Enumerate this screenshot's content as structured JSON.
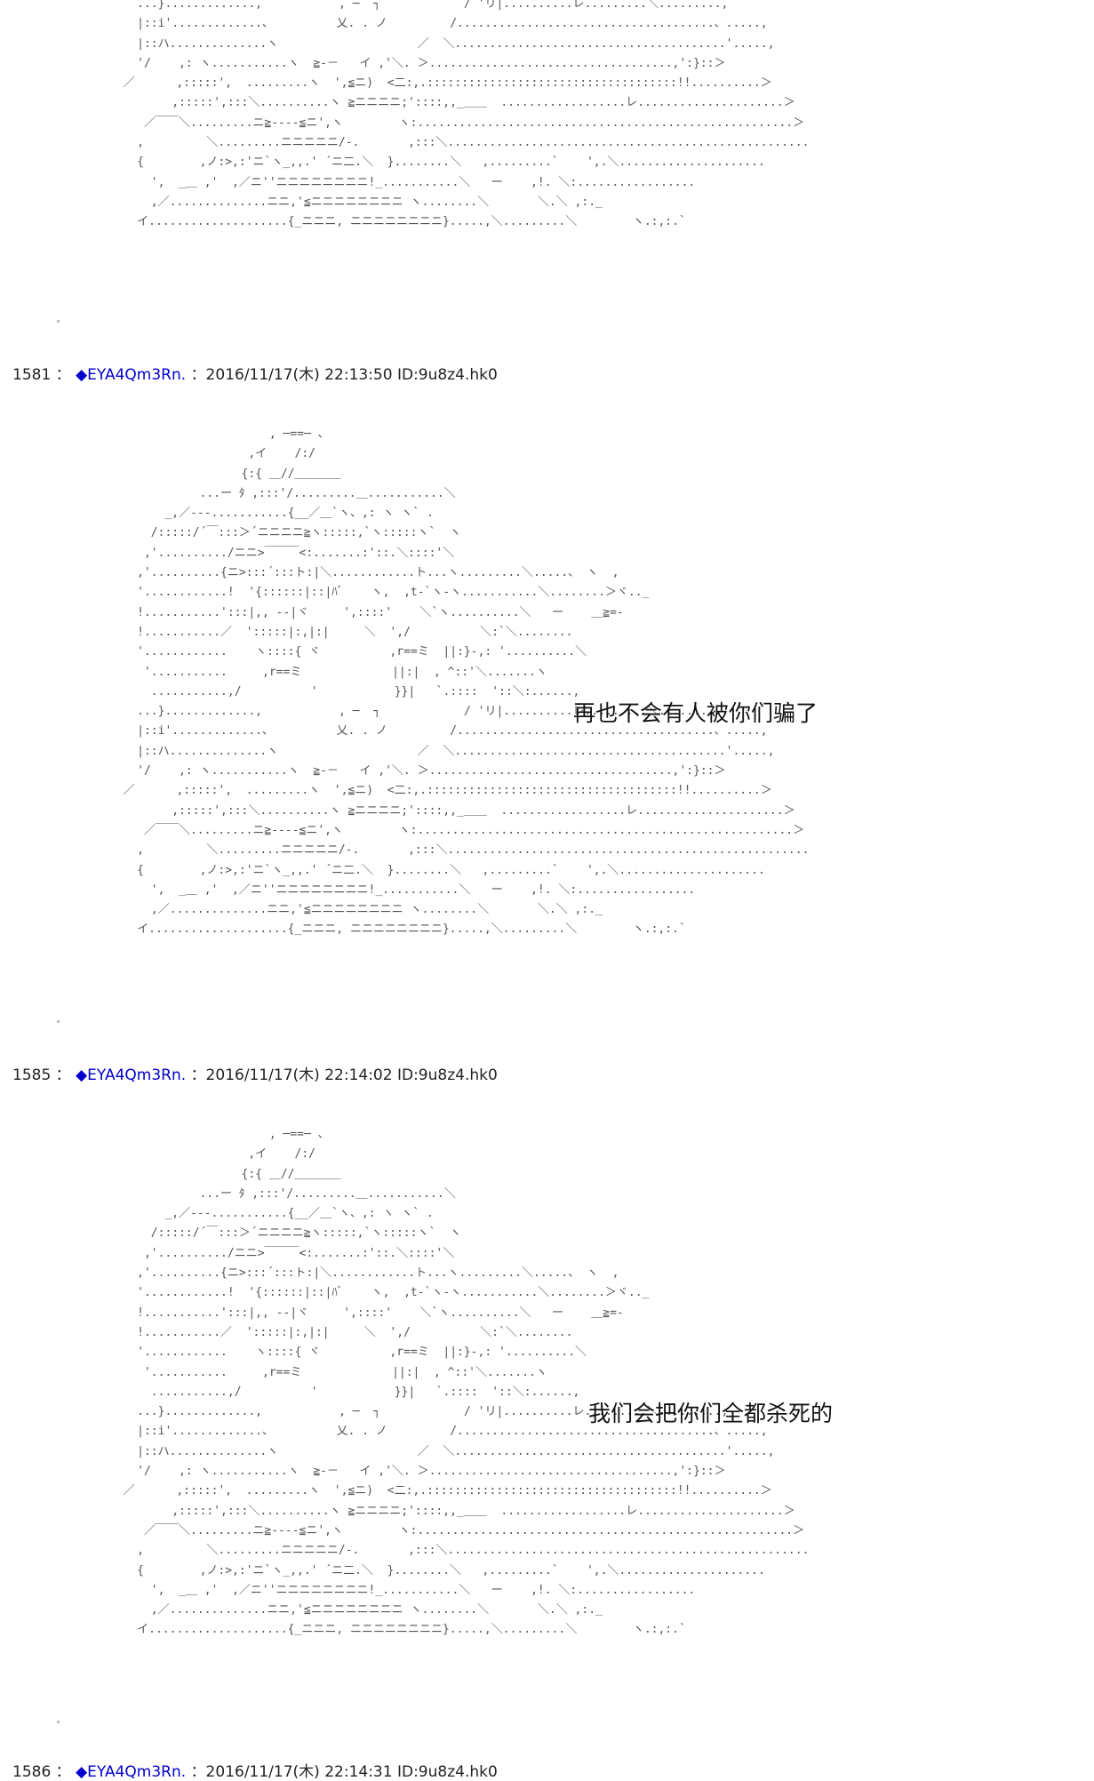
{
  "art_top": "     ...}.............,           , ─  ┐            / 'リ|..........レ.........＼.........,\n     |::i'.............、         乂. . ノ         /.....................................、.....,\n     |::ハ..............ヽ                    ／  ＼.......................................'.....,\n     '/    ,: ヽ...........ヽ  ≧-－   イ ,'＼. ＞...................................,':}::＞\n   ／      ,:::::',  .........ヽ  ',≦ニ)  <二:,.::::::::::::::::::::::::::::::::::::!!..........＞\n          ,:::::',:::＼..........ヽ ≧ニニニニ;'::::,,_＿＿  ..................レ.....................＞\n      ／￣￣＼.........ニ≧----≦ニ',ヽ        ヽ:......................................................＞\n     ,         ＼.........ニニニニニ/-.       ,:::＼....................................................\n     {        ,ノ:>,:'ニ`ヽ_,,.' ´ニ二.＼  }........＼   ,.........`    ',.＼.....................\n       ',  _＿ ,'  ,／ニ''ニニニニニニニニ!_...........＼   ー    ,!. ＼:.................\n       ,／..............ニニ,'≦ニニニニニニニニ ヽ........＼       ＼.＼ ,:._\n     イ....................{_ニニニ, ニニニニニニニニ}.....,＼.........＼        ヽ.:,:.`",
  "posts": [
    {
      "number": "1581",
      "separator": "：",
      "diamond": "◆",
      "trip": "EYA4Qm3Rn.",
      "meta": "：2016/11/17(木) 22:13:50 ID:9u8z4.hk0",
      "caption": "再也不会有人被你们骗了"
    },
    {
      "number": "1585",
      "separator": "：",
      "diamond": "◆",
      "trip": "EYA4Qm3Rn.",
      "meta": "：2016/11/17(木) 22:14:02 ID:9u8z4.hk0",
      "caption": "我们会把你们全都杀死的"
    },
    {
      "number": "1586",
      "separator": "：",
      "diamond": "◆",
      "trip": "EYA4Qm3Rn.",
      "meta": "：2016/11/17(木) 22:14:31 ID:9u8z4.hk0",
      "caption": ""
    }
  ],
  "art_full": "                        , ─==─ 、\n                     ,イ    /:/\n                    {:{ ＿//＿＿＿＿\n              ...ー ﾀ ,:::'/.........＿...........＼\n         _,／---...........{__／＿`ヽ、,: ヽ ヽ` .\n       /:::::/´￣:::＞´ニニニニ≧ヽ:::::,`ヽ:::::ヽ`  ヽ\n      ,'........../ニニ>￣￣￣<:.......:'::.＼::::'＼\n     ,'..........{ニ>:::´:::ト:|＼............ト...ヽ.........＼.....、 ヽ  ,\n     '............!  '{::::::|::|ﾊﾞ    ヽ,  ,t-`ヽ-ヽ...........＼........＞ヾ.._\n     !...........':::|,, --|ヾ     ',::::'    ＼`ヽ..........＼   ー    ＿≧=-\n     !...........／  ':::::|:,|:|     ＼  ',/          ＼:`＼........\n     '............    ヽ::::{ ヾ          ,r==ミ  ||:}-,: '..........＼\n      '...........     ,r==ミ             ||:|  , ^::'＼.......ヽ\n       ...........,/          '           }}|   `.::::  '::＼:......,\n     ...}.............,           , ─  ┐            / 'リ|..........レ.........＼.........,\n     |::i'.............、         乂. . ノ         /.....................................、.....,\n     |::ハ..............ヽ                    ／  ＼.......................................'.....,\n     '/    ,: ヽ...........ヽ  ≧-－   イ ,'＼. ＞...................................,':}::＞\n   ／      ,:::::',  .........ヽ  ',≦ニ)  <二:,.::::::::::::::::::::::::::::::::::::!!..........＞\n          ,:::::',:::＼..........ヽ ≧ニニニニ;'::::,,_＿＿  ..................レ.....................＞\n      ／￣￣＼.........ニ≧----≦ニ',ヽ        ヽ:......................................................＞\n     ,         ＼.........ニニニニニ/-.       ,:::＼....................................................\n     {        ,ノ:>,:'ニ`ヽ_,,.' ´ニ二.＼  }........＼   ,.........`    ',.＼.....................\n       ',  _＿ ,'  ,／ニ''ニニニニニニニニ!_...........＼   ー    ,!. ＼:.................\n       ,／..............ニニ,'≦ニニニニニニニニ ヽ........＼       ＼.＼ ,:._\n     イ....................{_ニニニ, ニニニニニニニニ}.....,＼.........＼        ヽ.:,:.`"
}
